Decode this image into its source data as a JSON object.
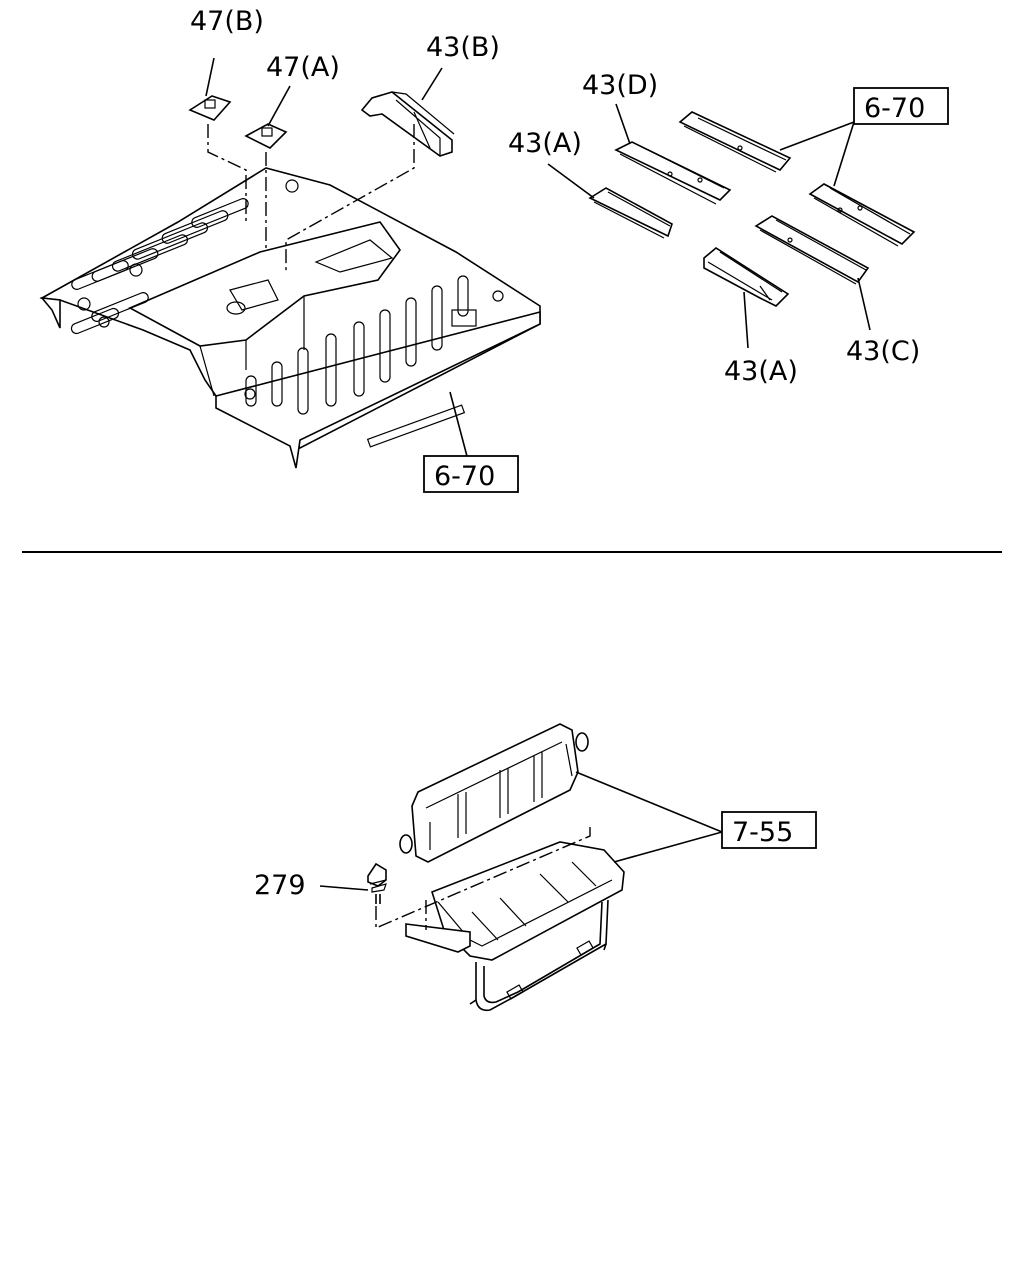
{
  "upper_diagram": {
    "labels": {
      "clip_b": "47(B)",
      "clip_a": "47(A)",
      "bracket_b": "43(B)",
      "bracket_d": "43(D)",
      "bracket_a_top": "43(A)",
      "bracket_a_bottom": "43(A)",
      "bracket_c": "43(C)"
    },
    "refs": {
      "floor_ref": "6-70",
      "bracket_ref": "6-70"
    }
  },
  "lower_diagram": {
    "labels": {
      "bolt": "279"
    },
    "refs": {
      "seat_ref": "7-55"
    }
  }
}
